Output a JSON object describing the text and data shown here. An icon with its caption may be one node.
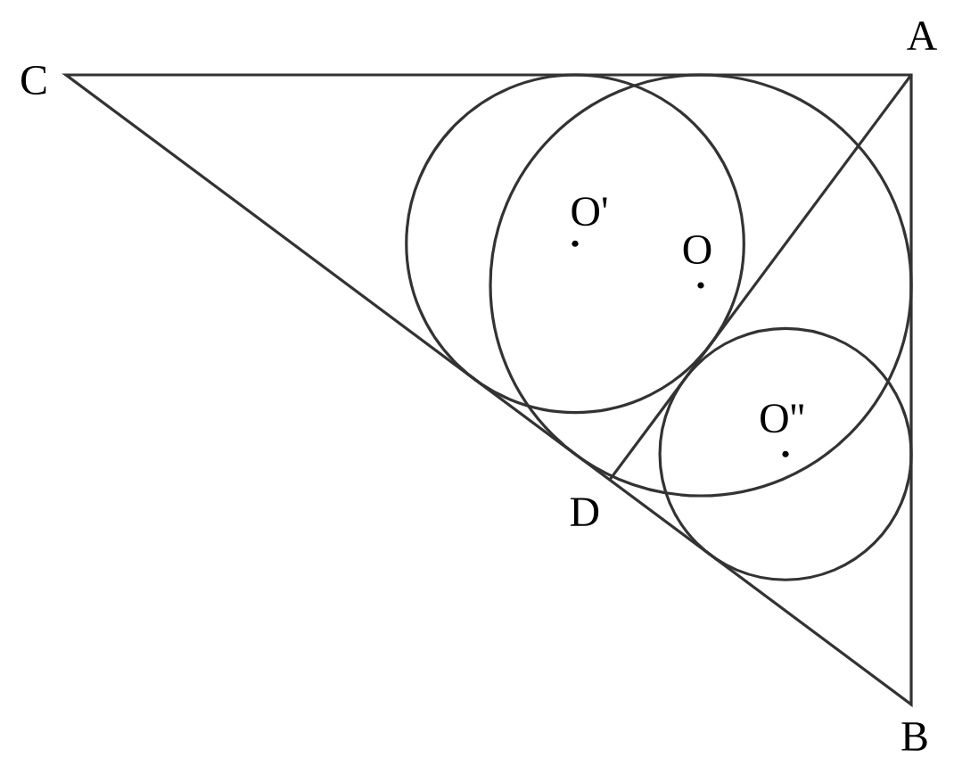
{
  "diagram": {
    "labels": [
      "C",
      "A",
      "O'",
      "O",
      "O''",
      "D",
      "B"
    ]
  }
}
